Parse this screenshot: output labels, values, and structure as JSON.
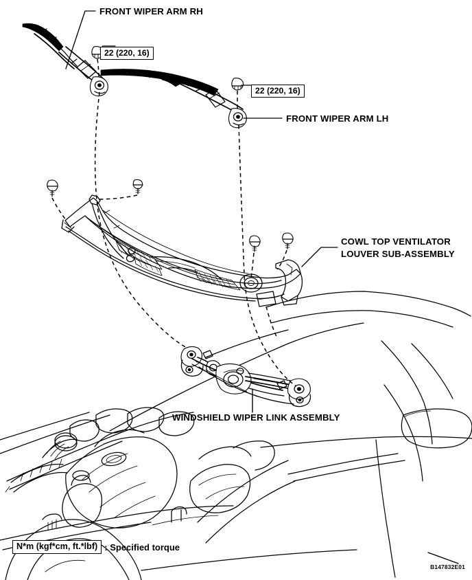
{
  "figure": {
    "id": "B147832E01",
    "subject": "Front windshield wiper and cowl top ventilator louver exploded view"
  },
  "callouts": [
    {
      "key": "wiper_arm_rh",
      "label": "FRONT WIPER ARM RH"
    },
    {
      "key": "wiper_arm_lh",
      "label": "FRONT WIPER ARM LH"
    },
    {
      "key": "cowl_louver_line1",
      "label": "COWL TOP VENTILATOR"
    },
    {
      "key": "cowl_louver_line2",
      "label": "LOUVER SUB-ASSEMBLY"
    },
    {
      "key": "wiper_link",
      "label": "WINDSHIELD WIPER LINK ASSEMBLY"
    }
  ],
  "labels": {
    "wiper_arm_rh": "FRONT WIPER ARM RH",
    "wiper_arm_lh": "FRONT WIPER ARM LH",
    "cowl_louver_1": "COWL TOP VENTILATOR",
    "cowl_louver_2": "LOUVER SUB-ASSEMBLY",
    "wiper_link": "WINDSHIELD WIPER LINK ASSEMBLY"
  },
  "torque_specs": [
    {
      "key": "rh_nut",
      "text": "22 (220, 16)",
      "value_nm": 22,
      "value_kgfcm": 220,
      "value_ftlbf": 16
    },
    {
      "key": "lh_nut",
      "text": "22 (220, 16)",
      "value_nm": 22,
      "value_kgfcm": 220,
      "value_ftlbf": 16
    }
  ],
  "legend": {
    "box_text": "N*m (kgf*cm, ft.*lbf)",
    "note": ": Specified torque"
  },
  "colors": {
    "ink": "#000000",
    "paper": "#ffffff"
  }
}
